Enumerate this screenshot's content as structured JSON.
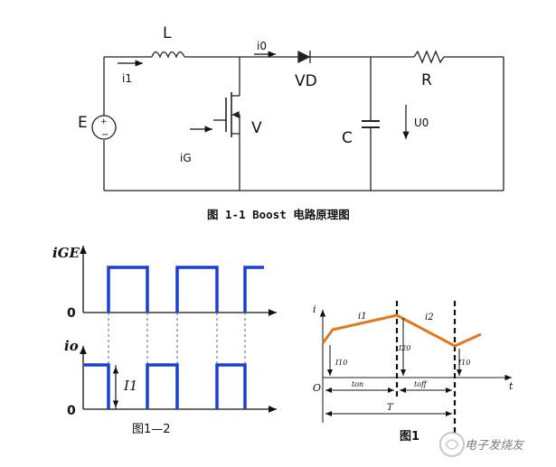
{
  "circuit": {
    "label_L": "L",
    "label_i0": "i0",
    "label_i1": "i1",
    "label_VD": "VD",
    "label_R": "R",
    "label_E": "E",
    "label_iG": "iG",
    "label_V": "V",
    "label_C": "C",
    "label_U0": "U0"
  },
  "captions": {
    "fig1_1": "图 1-1 Boost 电路原理图",
    "fig1_2": "图1—2",
    "fig1": "图1"
  },
  "waveform_left": {
    "top_axis_label": "iGE",
    "top_zero": "0",
    "bottom_axis_label": "io",
    "bottom_zero": "0",
    "amplitude_label": "I1",
    "wave_color": "#1a3fd6"
  },
  "waveform_right": {
    "y_axis": "i",
    "x_axis": "t",
    "origin": "O",
    "rise_label": "i1",
    "fall_label": "i2",
    "min_label_left": "I10",
    "peak_label": "I20",
    "min_label_right": "I10",
    "ton_label": "ton",
    "toff_label": "toff",
    "period_label": "T",
    "curve_color": "#e07a1f"
  },
  "watermark": "电子发烧友"
}
